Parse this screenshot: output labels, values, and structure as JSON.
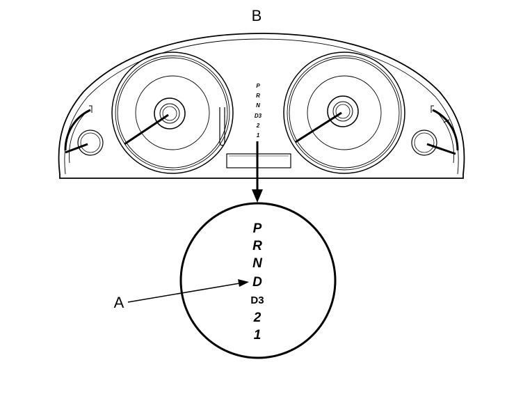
{
  "callouts": {
    "top": "B",
    "left": "A"
  },
  "cluster_gear_indicator": [
    "P",
    "R",
    "N",
    "D3",
    "2",
    "1"
  ],
  "magnified_gear_indicator": [
    "P",
    "R",
    "N",
    "D",
    "D3",
    "2",
    "1"
  ],
  "colors": {
    "line": "#000000",
    "background": "#ffffff"
  }
}
